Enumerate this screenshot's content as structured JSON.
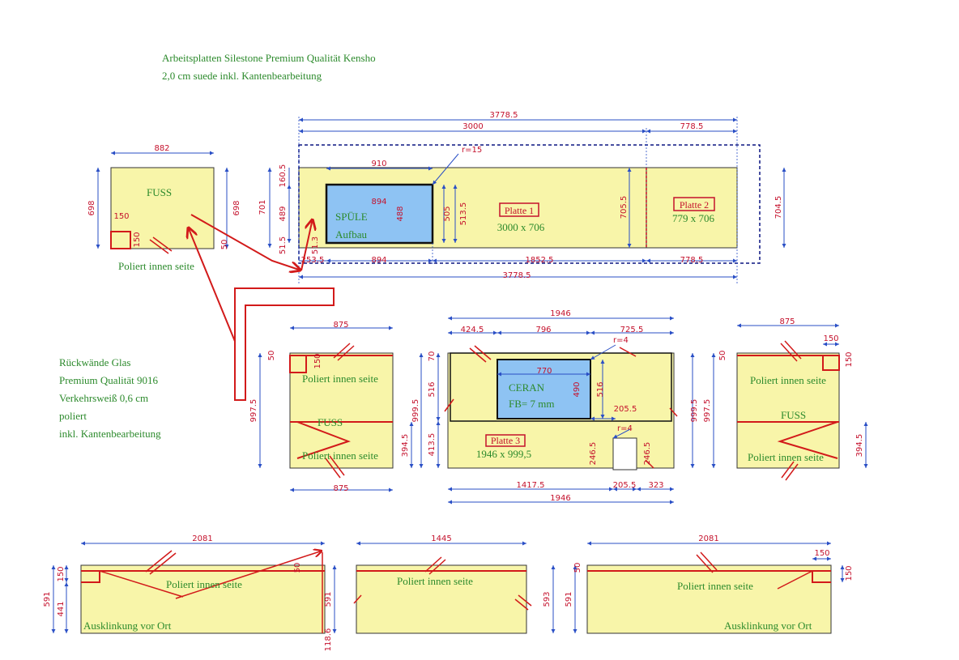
{
  "header": {
    "line1": "Arbeitsplatten Silestone Premium Qualität Kensho",
    "line2": "2,0 cm suede inkl. Kantenbearbeitung"
  },
  "glass_note": {
    "lines": [
      "Rückwände Glas",
      "Premium Qualität 9016",
      "Verkehrsweiß 0,6 cm",
      "poliert",
      "inkl. Kantenbearbeitung"
    ]
  },
  "colors": {
    "panel_fill": "#f8f5a9",
    "cutout_fill": "#8ec3f3",
    "dimension_red": "#c4112c",
    "edge_red": "#d21a1a",
    "label_green": "#2c8a2c",
    "dim_line_blue": "#2a4fc6",
    "outline_navy": "#0a1380"
  },
  "labels": {
    "fuss": "FUSS",
    "spuele": "SPÜLE",
    "aufbau": "Aufbau",
    "platte1": "Platte 1",
    "platte1_size": "3000 x 706",
    "platte2": "Platte 2",
    "platte2_size": "779 x 706",
    "platte3": "Platte 3",
    "platte3_size": "1946 x 999,5",
    "ceran": "CERAN",
    "fb": "FB= 7 mm",
    "poliert": "Poliert innen seite",
    "ausklinkung": "Ausklinkung vor Ort"
  },
  "dims": {
    "top_overall": "3778.5",
    "top_3000": "3000",
    "top_778": "778.5",
    "r15": "r=15",
    "d910": "910",
    "d894": "894",
    "d488": "488",
    "d505": "505",
    "d513": "513.5",
    "d705": "705.5",
    "d704": "704.5",
    "d160": "160.5",
    "d701": "701",
    "d489": "489",
    "d515": "51.5",
    "d513b": "51.3",
    "d253": "253.5",
    "d1852": "1852.5",
    "d882": "882",
    "d698": "698",
    "d150": "150",
    "d50": "50",
    "d875": "875",
    "d997": "997.5",
    "d394": "394.5",
    "d1946": "1946",
    "d424": "424.5",
    "d796": "796",
    "d725": "725.5",
    "r4": "r=4",
    "d770": "770",
    "d490": "490",
    "d516": "516",
    "d70": "70",
    "d999": "999.5",
    "d413": "413.5",
    "d205": "205.5",
    "d246": "246.5",
    "d1417": "1417.5",
    "d323": "323",
    "d2081": "2081",
    "d1445": "1445",
    "d591": "591",
    "d593": "593",
    "d441": "441",
    "d118": "118.6"
  }
}
